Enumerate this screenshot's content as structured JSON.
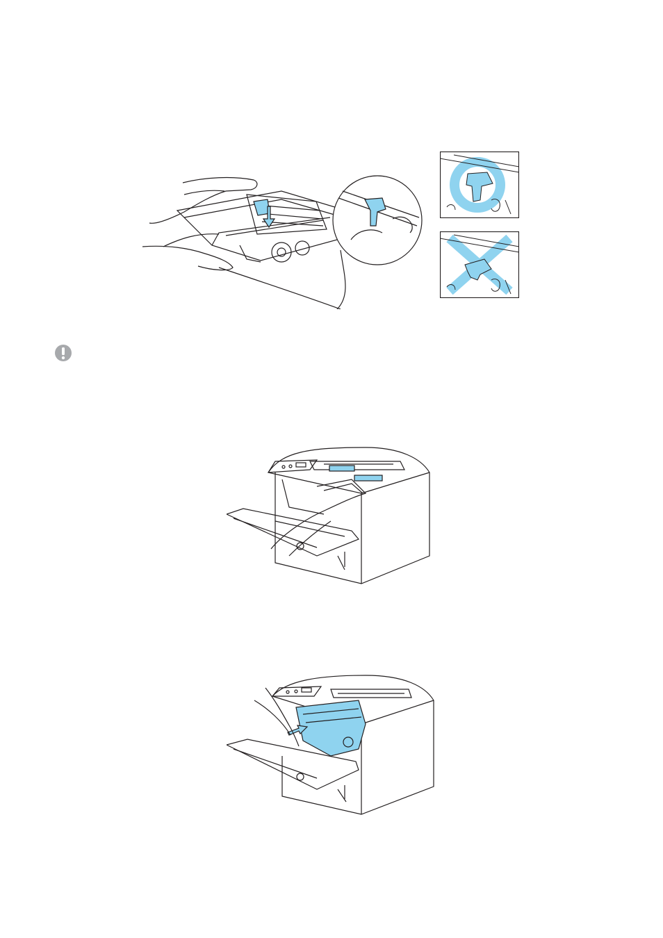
{
  "page": {
    "background": "#ffffff",
    "accent_color": "#8fd3ef",
    "line_color": "#231f20",
    "note_icon_color": "#a7a9ac"
  },
  "figures": {
    "toner_drum_assembly": {
      "icon": "toner-into-drum-illustration",
      "arrow": "down-arrow"
    },
    "lever_correct": {
      "icon": "lever-correct-position-illustration",
      "mark": "circle"
    },
    "lever_incorrect": {
      "icon": "lever-incorrect-position-illustration",
      "mark": "cross"
    },
    "note": {
      "icon": "exclamation-note-icon"
    },
    "pull_front_cover": {
      "icon": "printer-open-front-cover-illustration"
    },
    "insert_drum": {
      "icon": "printer-insert-drum-unit-illustration",
      "arrow": "right-arrow"
    }
  }
}
